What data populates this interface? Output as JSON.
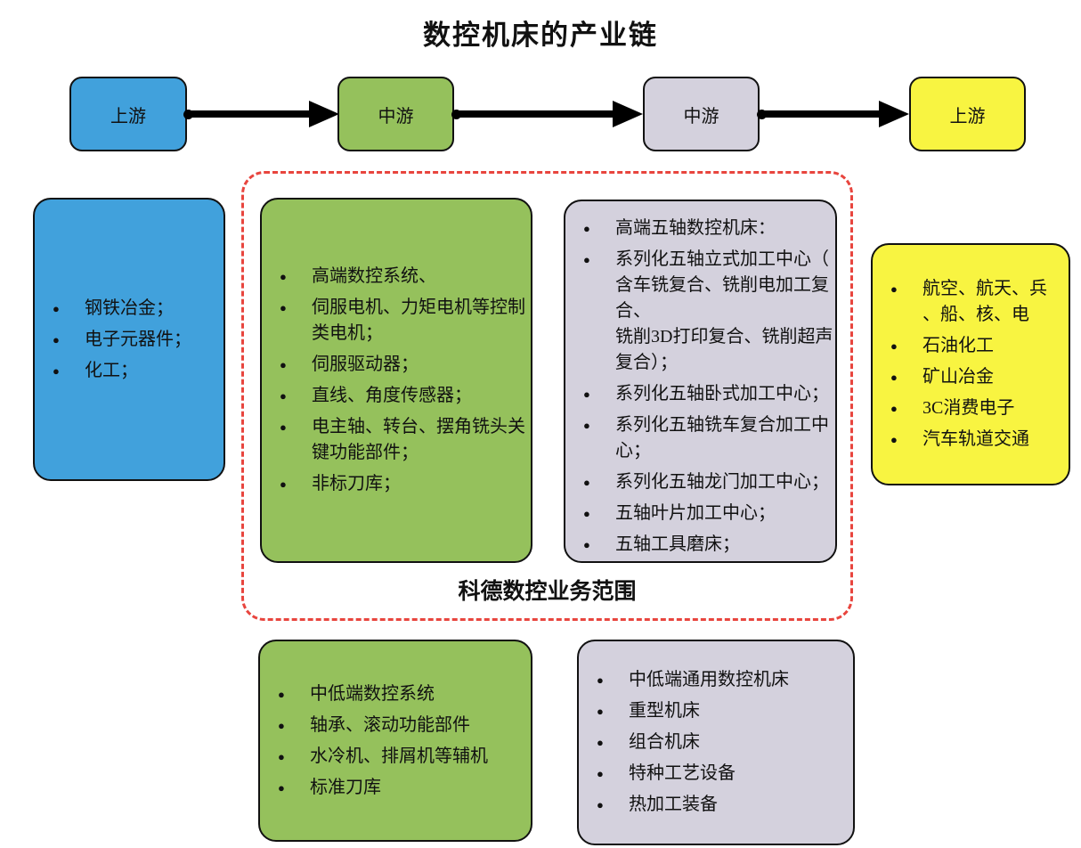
{
  "title": "数控机床的产业链",
  "scope_label": "科德数控业务范围",
  "colors": {
    "blue": "#41a1dc",
    "green": "#95c15c",
    "gray": "#d4d1dd",
    "yellow": "#f8f441",
    "scope_border": "#e8453e"
  },
  "flow": [
    {
      "label": "上游"
    },
    {
      "label": "中游"
    },
    {
      "label": "中游"
    },
    {
      "label": "上游"
    }
  ],
  "boxes": {
    "upstream_materials": {
      "items": [
        "钢铁冶金；",
        "电子元器件；",
        "化工；"
      ]
    },
    "midstream_components": {
      "items": [
        "高端数控系统、",
        "伺服电机、力矩电机等控制类电机；",
        "伺服驱动器；",
        "直线、角度传感器；",
        "电主轴、转台、摆角铣头关键功能部件；",
        "非标刀库；"
      ]
    },
    "midstream_machines": {
      "items": [
        "高端五轴数控机床：",
        "系列化五轴立式加工中心（含车铣复合、铣削电加工复合、\n铣削3D打印复合、铣削超声复合）；",
        "系列化五轴卧式加工中心；",
        "系列化五轴铣车复合加工中心；",
        "系列化五轴龙门加工中心；",
        "五轴叶片加工中心；",
        "五轴工具磨床；"
      ]
    },
    "downstream_industries": {
      "items": [
        "航空、航天、兵、船、核、电",
        "石油化工",
        "矿山冶金",
        "3C消费电子",
        "汽车轨道交通"
      ]
    },
    "non_scope_components": {
      "items": [
        "中低端数控系统",
        "轴承、滚动功能部件",
        "水冷机、排屑机等辅机",
        "标准刀库"
      ]
    },
    "non_scope_machines": {
      "items": [
        "中低端通用数控机床",
        "重型机床",
        "组合机床",
        "特种工艺设备",
        "热加工装备"
      ]
    }
  }
}
